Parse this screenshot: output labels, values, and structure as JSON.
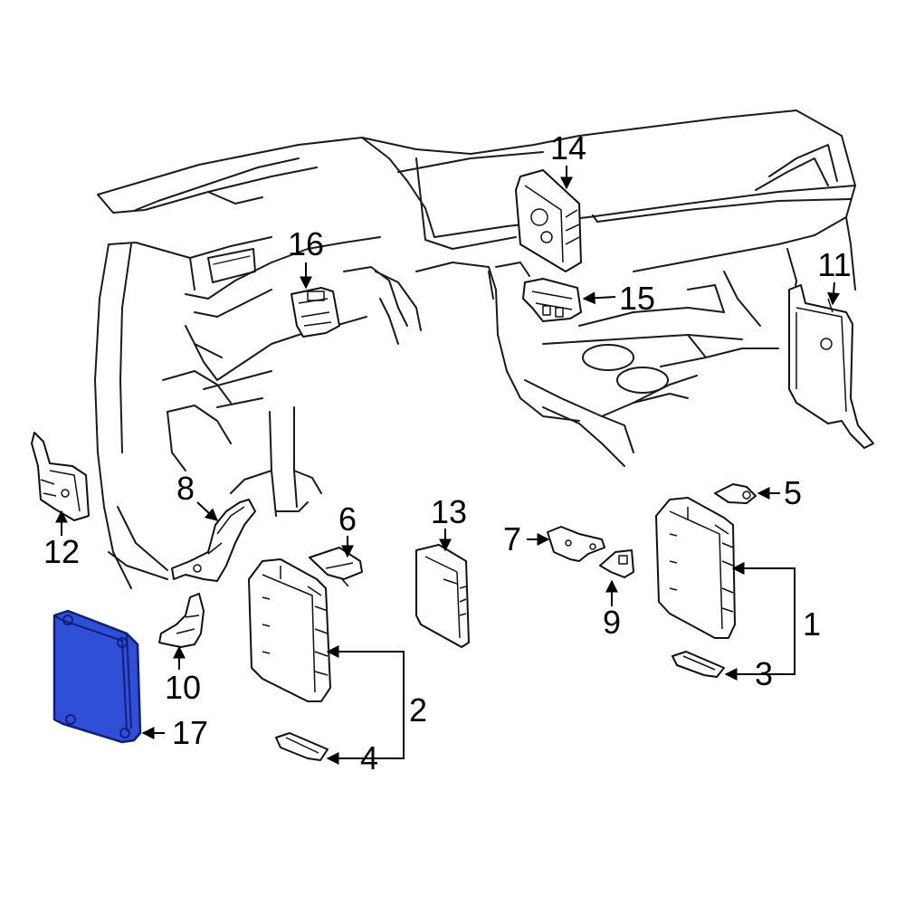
{
  "colors": {
    "highlight": "#2f4fd6",
    "highlight_dark": "#0f1f7a",
    "line": "#1a1a1a"
  },
  "callouts": [
    {
      "id": "1",
      "label": "1"
    },
    {
      "id": "2",
      "label": "2"
    },
    {
      "id": "3",
      "label": "3"
    },
    {
      "id": "4",
      "label": "4"
    },
    {
      "id": "5",
      "label": "5"
    },
    {
      "id": "6",
      "label": "6"
    },
    {
      "id": "7",
      "label": "7"
    },
    {
      "id": "8",
      "label": "8"
    },
    {
      "id": "9",
      "label": "9"
    },
    {
      "id": "10",
      "label": "10"
    },
    {
      "id": "11",
      "label": "11"
    },
    {
      "id": "12",
      "label": "12"
    },
    {
      "id": "13",
      "label": "13"
    },
    {
      "id": "14",
      "label": "14"
    },
    {
      "id": "15",
      "label": "15"
    },
    {
      "id": "16",
      "label": "16"
    },
    {
      "id": "17",
      "label": "17",
      "highlighted": true
    }
  ]
}
